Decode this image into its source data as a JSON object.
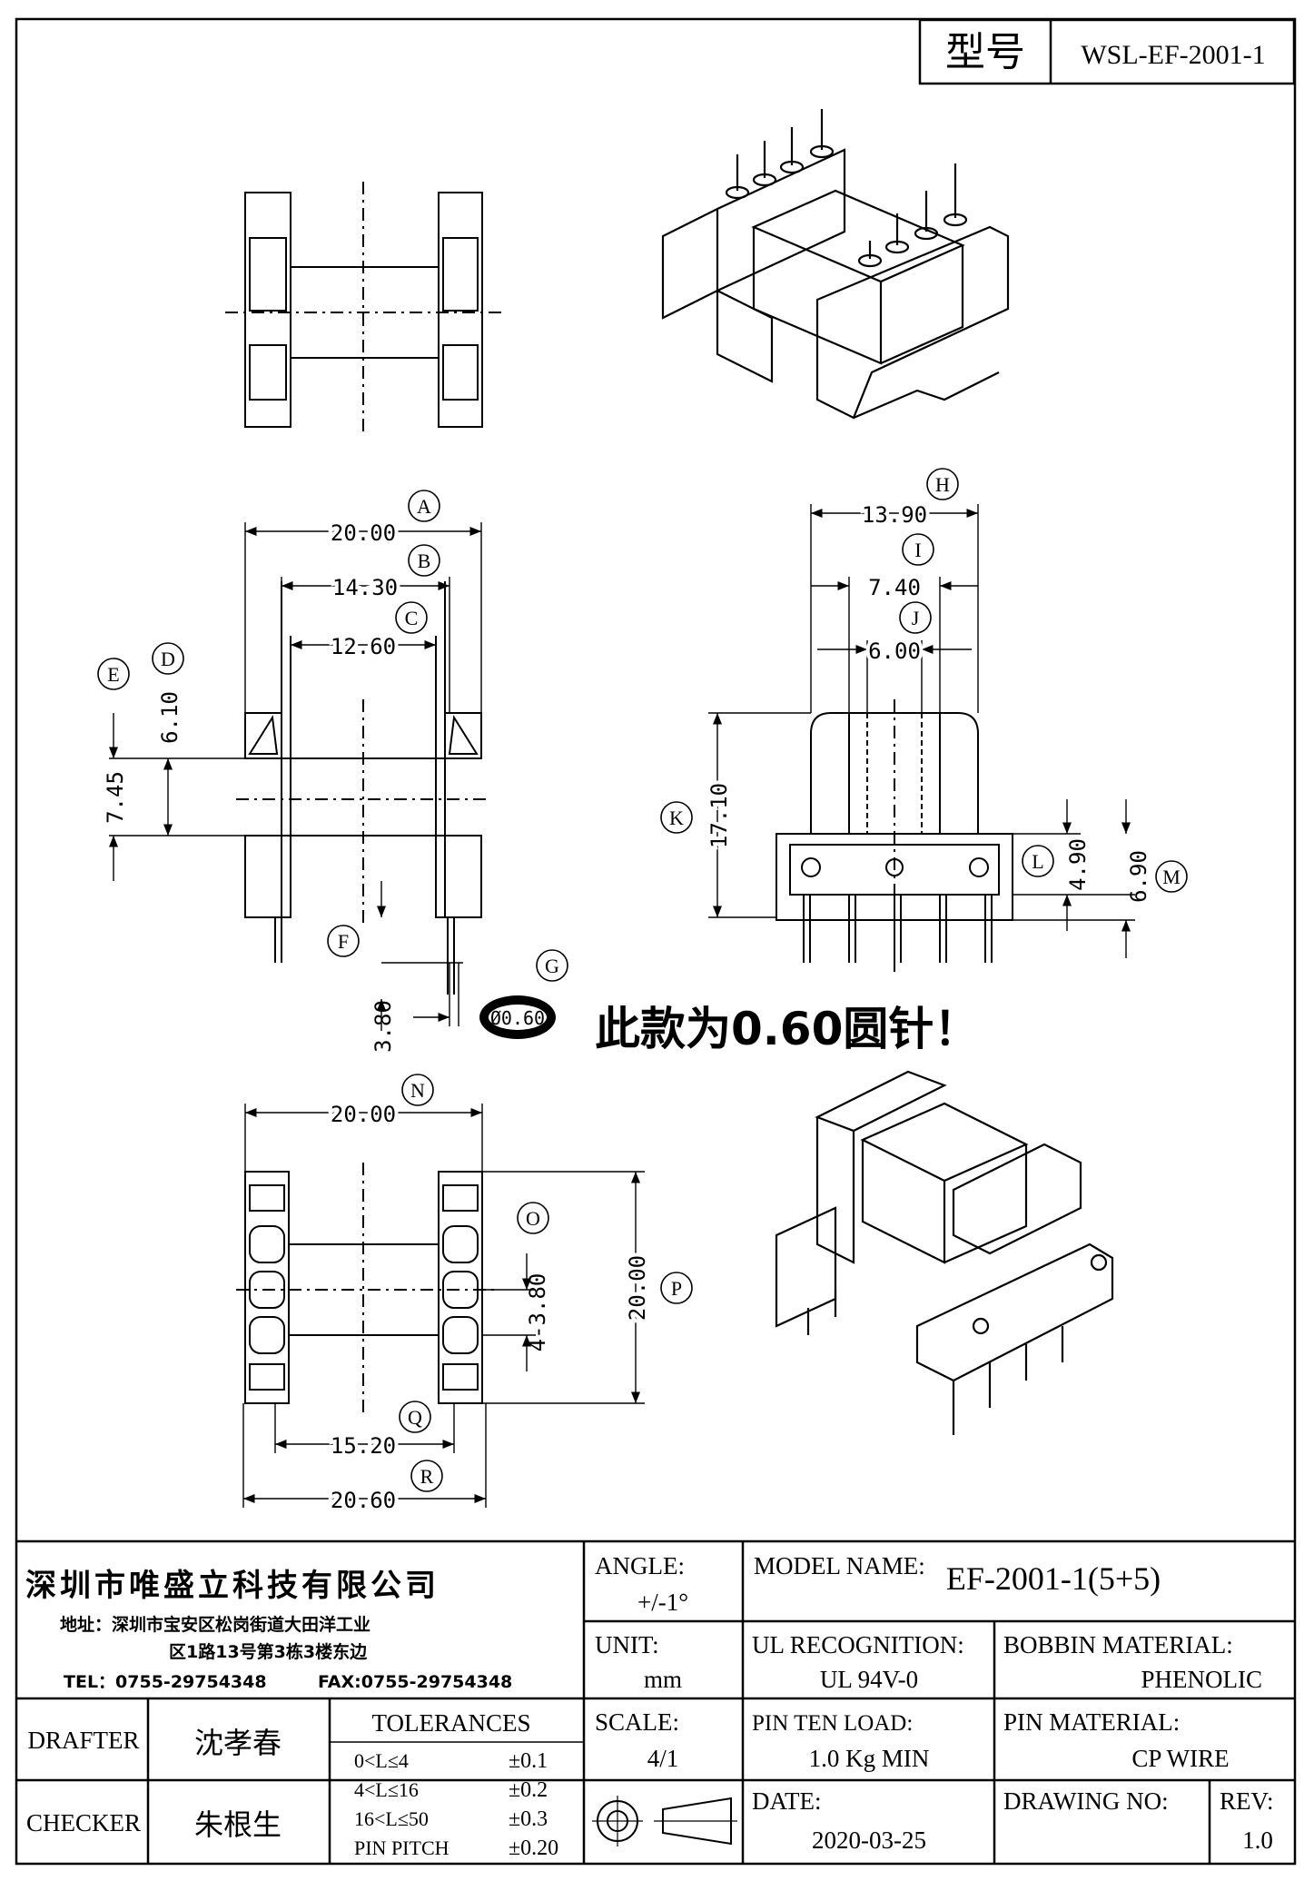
{
  "title_box": {
    "label": "型号",
    "value": "WSL-EF-2001-1"
  },
  "dimensions": {
    "A": "20.00",
    "B": "14.30",
    "C": "12.60",
    "D": "6.10",
    "E": "7.45",
    "F": "3.80",
    "G": "Ø0.60",
    "H": "13.90",
    "I": "7.40",
    "J": "6.00",
    "K": "17.10",
    "L": "4.90",
    "M": "6.90",
    "N": "20.00",
    "O": "4-3.80",
    "P": "20.00",
    "Q": "15.20",
    "R": "20.60"
  },
  "callout_letters": [
    "A",
    "B",
    "C",
    "D",
    "E",
    "F",
    "G",
    "H",
    "I",
    "J",
    "K",
    "L",
    "M",
    "N",
    "O",
    "P",
    "Q",
    "R"
  ],
  "note": "此款为0.60圆针！",
  "company": {
    "name": "深圳市唯盛立科技有限公司",
    "address_line1": "地址：深圳市宝安区松岗街道大田洋工业",
    "address_line2": "区1路13号第3栋3楼东边",
    "tel": "TEL：0755-29754348",
    "fax": "FAX:0755-29754348"
  },
  "title_block": {
    "angle_label": "ANGLE:",
    "angle_value": "+/-1°",
    "model_label": "MODEL NAME:",
    "model_value": "EF-2001-1(5+5)",
    "unit_label": "UNIT:",
    "unit_value": "mm",
    "ul_label": "UL RECOGNITION:",
    "ul_value": "UL 94V-0",
    "bobbin_label": "BOBBIN MATERIAL:",
    "bobbin_value": "PHENOLIC",
    "drafter_label": "DRAFTER",
    "drafter_value": "沈孝春",
    "tolerances_label": "TOLERANCES",
    "tolerances": [
      {
        "range": "0<L≤4",
        "value": "±0.1"
      },
      {
        "range": "4<L≤16",
        "value": "±0.2"
      },
      {
        "range": "16<L≤50",
        "value": "±0.3"
      },
      {
        "range": "PIN PITCH",
        "value": "±0.20"
      }
    ],
    "scale_label": "SCALE:",
    "scale_value": "4/1",
    "pin_load_label": "PIN TEN LOAD:",
    "pin_load_value": "1.0 Kg MIN",
    "pin_material_label": "PIN MATERIAL:",
    "pin_material_value": "CP WIRE",
    "checker_label": "CHECKER",
    "checker_value": "朱根生",
    "date_label": "DATE:",
    "date_value": "2020-03-25",
    "drawing_no_label": "DRAWING NO:",
    "drawing_no_value": "",
    "rev_label": "REV:",
    "rev_value": "1.0"
  }
}
